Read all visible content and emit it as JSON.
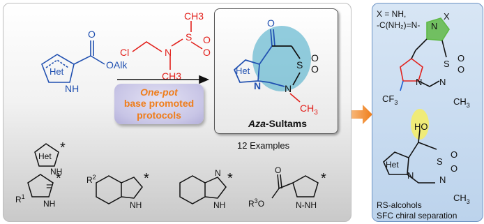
{
  "reagent": {
    "cl": "Cl",
    "n": "N",
    "s": "S",
    "ch3_top": "CH3",
    "ch3_bottom": "CH3",
    "o_right": "O",
    "o_bottom": "O"
  },
  "ester": {
    "o_top": "O",
    "oalk": "OAlk",
    "het": "Het",
    "nh": "NH"
  },
  "conditions": {
    "line1": "One-pot",
    "line2": "base promoted",
    "line3": "protocols"
  },
  "product": {
    "o_top": "O",
    "het": "Het",
    "n": "N",
    "s": "S",
    "o_right": "O",
    "o_bottom": "O",
    "n2": "N",
    "ch3": "CH",
    "ch3_sub": "3",
    "title_italic": "Aza",
    "title_rest": "-Sultams"
  },
  "examples": "12 Examples",
  "legend": {
    "het": "Het",
    "nh": "NH",
    "equals": "=",
    "star": "*"
  },
  "substrates": [
    {
      "r": "R",
      "r_sup": "1",
      "nh": "NH",
      "star": "*"
    },
    {
      "r": "R",
      "r_sup": "2",
      "nh": "NH",
      "star": "*"
    },
    {
      "nh": "NH",
      "n": "N",
      "star": "*"
    },
    {
      "r": "R",
      "r_sup": "3",
      "o": "O",
      "o2": "O",
      "n": "N",
      "nh": "N-NH",
      "star": "*"
    }
  ],
  "right": {
    "x_def1": "X = NH,",
    "x_def2": "-C(NH₂)=N-",
    "n": "N",
    "x": "X",
    "s": "S",
    "o1": "O",
    "o2": "O",
    "n_ring": "N",
    "n_me": "N",
    "ch3": "CH",
    "ch3_sub": "3",
    "cf3": "CF",
    "cf3_sub": "3",
    "ho": "HO",
    "het": "Het",
    "n2": "N",
    "s2": "S",
    "o3": "O",
    "o4": "O",
    "n3": "N",
    "ch3b": "CH",
    "ch3b_sub": "3",
    "caption1": "RS-alcohols",
    "caption2": "SFC chiral separation"
  },
  "colors": {
    "red": "#e2211c",
    "blue": "#1f5fd1",
    "teal": "#3aa6c4",
    "orange": "#ef7d1a",
    "green": "#5fb946",
    "yellow": "#f3ec6a"
  }
}
